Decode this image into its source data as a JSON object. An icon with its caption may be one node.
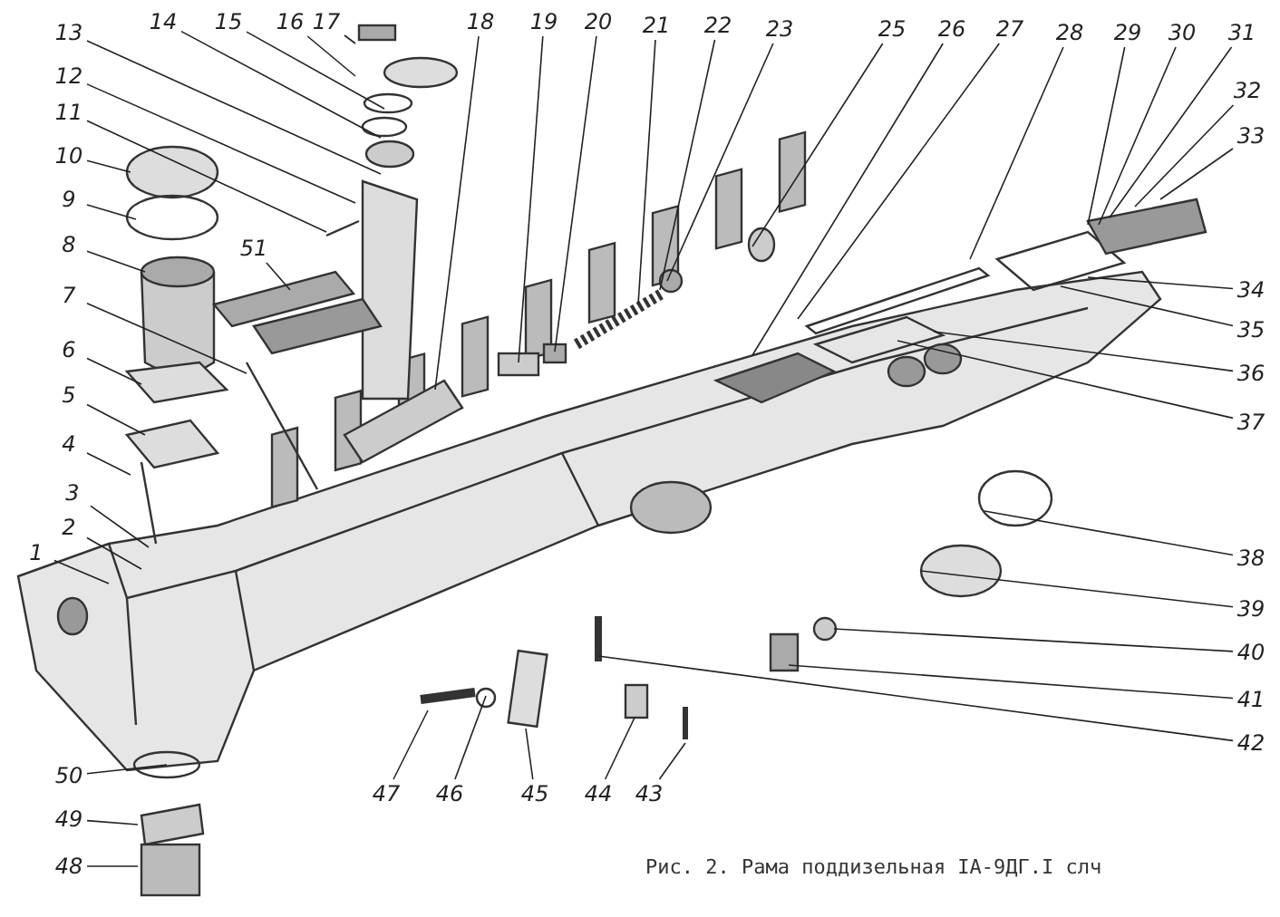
{
  "diagram": {
    "caption": "Рис. 2. Рама поддизельная IA-9ДГ.I слч",
    "nodes": [
      {
        "text": [
          "1"
        ]
      },
      {
        "text": [
          "2"
        ]
      },
      {
        "text": [
          "3"
        ]
      },
      {
        "text": [
          "4"
        ]
      },
      {
        "text": [
          "5"
        ]
      },
      {
        "text": [
          "6"
        ]
      },
      {
        "text": [
          "7"
        ]
      },
      {
        "text": [
          "8"
        ]
      },
      {
        "text": [
          "9"
        ]
      },
      {
        "text": [
          "10"
        ]
      },
      {
        "text": [
          "11"
        ]
      },
      {
        "text": [
          "12"
        ]
      },
      {
        "text": [
          "13"
        ]
      },
      {
        "text": [
          "14"
        ]
      },
      {
        "text": [
          "15"
        ]
      },
      {
        "text": [
          "16"
        ]
      },
      {
        "text": [
          "17"
        ]
      },
      {
        "text": [
          "18"
        ]
      },
      {
        "text": [
          "19"
        ]
      },
      {
        "text": [
          "20"
        ]
      },
      {
        "text": [
          "21"
        ]
      },
      {
        "text": [
          "22"
        ]
      },
      {
        "text": [
          "23"
        ]
      },
      {
        "text": [
          "25"
        ]
      },
      {
        "text": [
          "26"
        ]
      },
      {
        "text": [
          "27"
        ]
      },
      {
        "text": [
          "28"
        ]
      },
      {
        "text": [
          "29"
        ]
      },
      {
        "text": [
          "30"
        ]
      },
      {
        "text": [
          "31"
        ]
      },
      {
        "text": [
          "32"
        ]
      },
      {
        "text": [
          "33"
        ]
      },
      {
        "text": [
          "34"
        ]
      },
      {
        "text": [
          "35"
        ]
      },
      {
        "text": [
          "36"
        ]
      },
      {
        "text": [
          "37"
        ]
      },
      {
        "text": [
          "38"
        ]
      },
      {
        "text": [
          "39"
        ]
      },
      {
        "text": [
          "40"
        ]
      },
      {
        "text": [
          "41"
        ]
      },
      {
        "text": [
          "42"
        ]
      },
      {
        "text": [
          "43"
        ]
      },
      {
        "text": [
          "44"
        ]
      },
      {
        "text": [
          "45"
        ]
      },
      {
        "text": [
          "46"
        ]
      },
      {
        "text": [
          "47"
        ]
      },
      {
        "text": [
          "48"
        ]
      },
      {
        "text": [
          "49"
        ]
      },
      {
        "text": [
          "50"
        ]
      },
      {
        "text": [
          "51"
        ]
      }
    ],
    "edges": [
      {
        "from": 0,
        "to": null,
        "arrow": "none"
      },
      {
        "from": 1,
        "to": null,
        "arrow": "none"
      },
      {
        "from": 2,
        "to": null,
        "arrow": "none"
      },
      {
        "from": 3,
        "to": null,
        "arrow": "none"
      },
      {
        "from": 4,
        "to": null,
        "arrow": "none"
      },
      {
        "from": 5,
        "to": null,
        "arrow": "none"
      },
      {
        "from": 6,
        "to": null,
        "arrow": "none"
      },
      {
        "from": 7,
        "to": null,
        "arrow": "none"
      },
      {
        "from": 8,
        "to": null,
        "arrow": "none"
      },
      {
        "from": 9,
        "to": null,
        "arrow": "none"
      },
      {
        "from": 10,
        "to": null,
        "arrow": "none"
      },
      {
        "from": 11,
        "to": null,
        "arrow": "none"
      },
      {
        "from": 12,
        "to": null,
        "arrow": "none"
      },
      {
        "from": 13,
        "to": null,
        "arrow": "none"
      },
      {
        "from": 14,
        "to": null,
        "arrow": "none"
      },
      {
        "from": 15,
        "to": null,
        "arrow": "none"
      },
      {
        "from": 16,
        "to": null,
        "arrow": "none"
      },
      {
        "from": 17,
        "to": null,
        "arrow": "none"
      },
      {
        "from": 18,
        "to": null,
        "arrow": "none"
      },
      {
        "from": 19,
        "to": null,
        "arrow": "none"
      },
      {
        "from": 20,
        "to": null,
        "arrow": "none"
      },
      {
        "from": 21,
        "to": null,
        "arrow": "none"
      },
      {
        "from": 22,
        "to": null,
        "arrow": "none"
      },
      {
        "from": 23,
        "to": null,
        "arrow": "none"
      },
      {
        "from": 24,
        "to": null,
        "arrow": "none"
      },
      {
        "from": 25,
        "to": null,
        "arrow": "none"
      },
      {
        "from": 26,
        "to": null,
        "arrow": "none"
      },
      {
        "from": 27,
        "to": null,
        "arrow": "none"
      },
      {
        "from": 28,
        "to": null,
        "arrow": "none"
      },
      {
        "from": 29,
        "to": null,
        "arrow": "none"
      },
      {
        "from": 30,
        "to": null,
        "arrow": "none"
      },
      {
        "from": 31,
        "to": null,
        "arrow": "none"
      },
      {
        "from": 32,
        "to": null,
        "arrow": "none"
      },
      {
        "from": 33,
        "to": null,
        "arrow": "none"
      },
      {
        "from": 34,
        "to": null,
        "arrow": "none"
      },
      {
        "from": 35,
        "to": null,
        "arrow": "none"
      },
      {
        "from": 36,
        "to": null,
        "arrow": "none"
      },
      {
        "from": 37,
        "to": null,
        "arrow": "none"
      },
      {
        "from": 38,
        "to": null,
        "arrow": "none"
      },
      {
        "from": 39,
        "to": null,
        "arrow": "none"
      },
      {
        "from": 40,
        "to": null,
        "arrow": "none"
      },
      {
        "from": 41,
        "to": null,
        "arrow": "none"
      },
      {
        "from": 42,
        "to": null,
        "arrow": "none"
      },
      {
        "from": 43,
        "to": null,
        "arrow": "none"
      },
      {
        "from": 44,
        "to": null,
        "arrow": "none"
      },
      {
        "from": 45,
        "to": null,
        "arrow": "none"
      },
      {
        "from": 46,
        "to": null,
        "arrow": "none"
      },
      {
        "from": 47,
        "to": null,
        "arrow": "none"
      },
      {
        "from": 48,
        "to": null,
        "arrow": "none"
      },
      {
        "from": 49,
        "to": null,
        "arrow": "none"
      }
    ]
  }
}
